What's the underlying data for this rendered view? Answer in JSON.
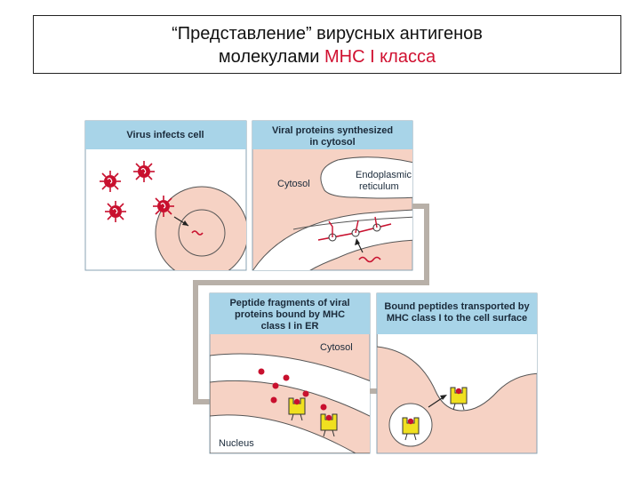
{
  "title": {
    "line1": "“Представление” вирусных антигенов",
    "line2_prefix": "молекулами ",
    "line2_accent": "МНС I класса",
    "accent_color": "#d01030"
  },
  "panels": [
    {
      "title_lines": [
        "Virus infects cell"
      ]
    },
    {
      "title_lines": [
        "Viral proteins synthesized",
        "in cytosol"
      ]
    },
    {
      "title_lines": [
        "Peptide fragments of viral",
        "proteins bound by MHC",
        "class I in ER"
      ]
    },
    {
      "title_lines": [
        "Bound peptides transported by",
        "MHC class I to the cell surface"
      ]
    }
  ],
  "labels": {
    "cytosol": "Cytosol",
    "er_line1": "Endoplasmic",
    "er_line2": "reticulum",
    "cytosol2": "Cytosol",
    "nucleus": "Nucleus"
  },
  "colors": {
    "panel_header": "#a8d4e8",
    "cell_fill": "#f6d2c4",
    "virus": "#c8102e",
    "mhc": "#f0e020",
    "border": "#8aa3b3"
  }
}
